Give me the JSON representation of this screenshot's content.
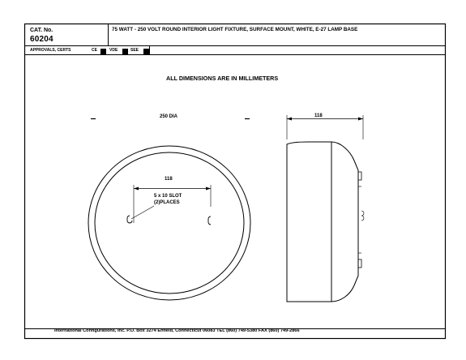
{
  "title_block": {
    "cat_label": "CAT. No.",
    "cat_number": "60204",
    "description": "75 WATT - 250 VOLT ROUND INTERIOR LIGHT FIXTURE, SURFACE MOUNT, WHITE, E-27 LAMP BASE"
  },
  "approvals": {
    "label": "APPROVALS, CERTS",
    "items": [
      {
        "label": "CE"
      },
      {
        "label": "VDE"
      },
      {
        "label": "SEE"
      }
    ]
  },
  "drawing": {
    "note": "ALL DIMENSIONS ARE IN MILLIMETERS",
    "diameter_label": "250 DIA",
    "depth_label": "118",
    "slot_spacing_label": "118",
    "slot_size_label": "5 x 10 SLOT",
    "slot_places_label": "(2)PLACES"
  },
  "footer": {
    "text": "International Configurations, Inc.  P.O. Box 3274  Enfield, Connecticut 06083 TEL (860) 749-5380  FAX (860) 749-2866"
  }
}
